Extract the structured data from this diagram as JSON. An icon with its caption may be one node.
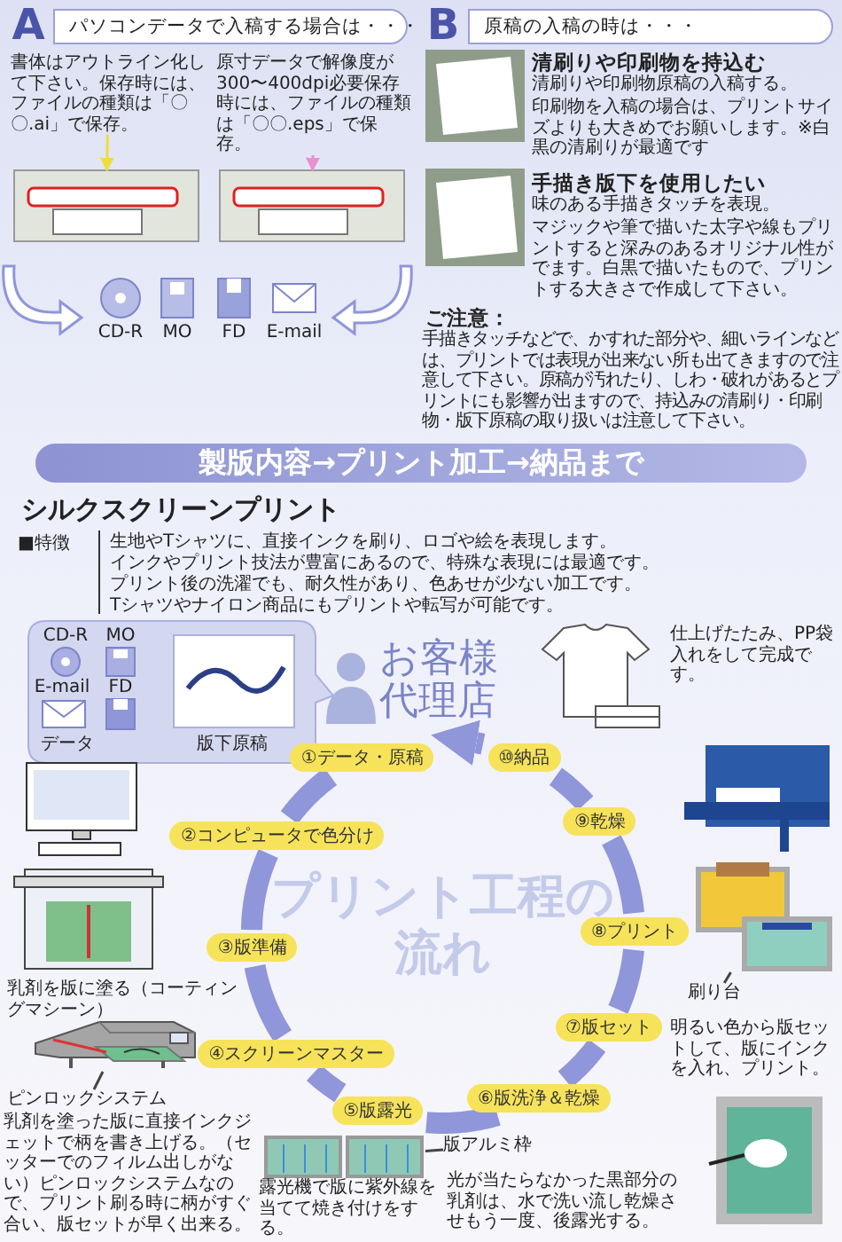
{
  "diagram": {
    "nodes": [
      {
        "text": [
          "書体はアウトライン化して下さい。保存時には、ファイルの種類は「〇〇.ai」で保存。"
        ]
      },
      {
        "text": [],
        "shape": "picture"
      },
      {
        "text": [
          "原寸データで解像度が300〜400dpi必要保存時には、ファイルの種類は「〇〇.eps」で保存。"
        ]
      },
      {
        "text": [],
        "shape": "picture"
      },
      {
        "text": [
          "お客様代理店"
        ]
      },
      {
        "text": [
          "①データ・原稿"
        ]
      },
      {
        "text": [
          "②コンピュータで色分け"
        ]
      },
      {
        "text": [
          "③版準備"
        ]
      },
      {
        "text": [
          "④スクリーンマスター"
        ]
      },
      {
        "text": [
          "⑤版露光"
        ]
      },
      {
        "text": [
          "⑥版洗浄＆乾燥"
        ]
      },
      {
        "text": [
          "⑦版セット"
        ]
      },
      {
        "text": [
          "⑧プリント"
        ]
      },
      {
        "text": [
          "⑨乾燥"
        ]
      },
      {
        "text": [
          "⑩納品"
        ]
      },
      {
        "text": [
          "ピンロックシステム"
        ]
      },
      {
        "text": [],
        "shape": "picture"
      },
      {
        "text": [
          "版アルミ枠"
        ]
      },
      {
        "text": [],
        "shape": "picture"
      },
      {
        "text": [
          "刷り台"
        ]
      },
      {
        "text": [],
        "shape": "picture"
      }
    ],
    "edges": [
      {
        "from": 0,
        "to": 1,
        "arrow": "to",
        "color": "#f0dc3c"
      },
      {
        "from": 2,
        "to": 3,
        "arrow": "to",
        "color": "#ea8fd0"
      },
      {
        "from": 5,
        "to": 6,
        "arrow": "none"
      },
      {
        "from": 6,
        "to": 7,
        "arrow": "none"
      },
      {
        "from": 7,
        "to": 8,
        "arrow": "none"
      },
      {
        "from": 8,
        "to": 9,
        "arrow": "none"
      },
      {
        "from": 9,
        "to": 10,
        "arrow": "none"
      },
      {
        "from": 10,
        "to": 11,
        "arrow": "none"
      },
      {
        "from": 11,
        "to": 12,
        "arrow": "none"
      },
      {
        "from": 12,
        "to": 13,
        "arrow": "none"
      },
      {
        "from": 13,
        "to": 14,
        "arrow": "none"
      },
      {
        "from": 14,
        "to": 4,
        "arrow": "to"
      },
      {
        "from": 15,
        "to": 16,
        "arrow": "none",
        "color": "#444444"
      },
      {
        "from": 17,
        "to": 18,
        "arrow": "none",
        "color": "#444444"
      },
      {
        "from": 19,
        "to": 20,
        "arrow": "none",
        "color": "#444444"
      }
    ],
    "labels": [
      "A",
      "パソコンデータで入稿する場合は・・・",
      "CD-R",
      "MO",
      "FD",
      "E-mail",
      "B",
      "原稿の入稿の時は・・・",
      "清刷りや印刷物を持込む",
      "清刷りや印刷物原稿の入稿する。",
      "印刷物を入稿の場合は、プリントサイズよりも大きめでお願いします。※白黒の清刷りが最適です",
      "手描き版下を使用したい",
      "味のある手描きタッチを表現。",
      "マジックや筆で描いた太字や線もプリントすると深みのあるオリジナル性がでます。白黒で描いたもので、プリントする大きさで作成して下さい。",
      "ご注意：",
      "手描きタッチなどで、かすれた部分や、細いラインなどは、プリントでは表現が出来ない所も出てきますので注意して下さい。原稿が汚れたり、しわ・破れがあるとプリントにも影響が出ますので、持込みの清刷り・印刷物・版下原稿の取り扱いは注意して下さい。",
      "製版内容→プリント加工→納品まで",
      "シルクスクリーンプリント",
      "■特徴",
      "生地やTシャツに、直接インクを刷り、ロゴや絵を表現します。",
      "インクやプリント技法が豊富にあるので、特殊な表現には最適です。",
      "プリント後の洗濯でも、耐久性があり、色あせが少ない加工です。",
      "Tシャツやナイロン商品にもプリントや転写が可能です。",
      "CD-R",
      "MO",
      "E-mail",
      "FD",
      "データ",
      "版下原稿",
      "仕上げたたみ、PP袋入れをして完成です。",
      "プリント工程の流れ",
      "乳剤を版に塗る（コーティングマシーン）",
      "乳剤を塗った版に直接インクジェットで柄を書き上げる。（セッターでのフィルム出しがない）ピンロックシステムなので、プリント刷る時に柄がすぐ合い、版セットが早く出来る。",
      "明るい色から版セットして、版にインクを入れ、プリント。",
      "露光機で版に紫外線を当てて焼き付けをする。",
      "光が当たらなかった黒部分の乳剤は、水で洗い流し乾燥させもう一度、後露光する。"
    ]
  }
}
